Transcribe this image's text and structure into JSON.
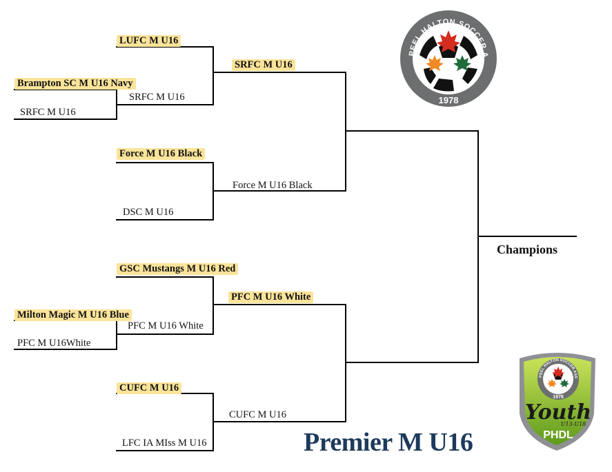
{
  "title": "Premier M U16",
  "champions_label": "Champions",
  "logos": {
    "association": {
      "ring_text": "PEEL HALTON SOCCER ASSOCIATION",
      "year": "1978"
    },
    "league": {
      "ring_text": "PEEL HALTON SOCCER ASSOCIATION",
      "year": "1978",
      "word": "Youth",
      "sub": "U13-U18",
      "name": "PHDL"
    }
  },
  "colors": {
    "winner_highlight": "#fbe49a",
    "title": "#1d3a5c",
    "maple_red": "#d62b1f",
    "maple_orange": "#f08a24",
    "maple_green": "#1f6b3a",
    "league_green": "#9ac62e"
  },
  "round0": [
    "Brampton SC M U16 Navy",
    "SRFC M U16",
    "Milton Magic M U16 Blue",
    "PFC M U16White"
  ],
  "round1": [
    "LUFC M U16",
    "SRFC M U16",
    "Force M U16 Black",
    "DSC M U16",
    "GSC Mustangs M U16 Red",
    "PFC M U16 White",
    "CUFC M U16",
    "LFC IA MIss  M U16"
  ],
  "round2": [
    "SRFC M U16",
    "Force M U16 Black",
    "PFC M U16 White",
    "CUFC M U16"
  ]
}
